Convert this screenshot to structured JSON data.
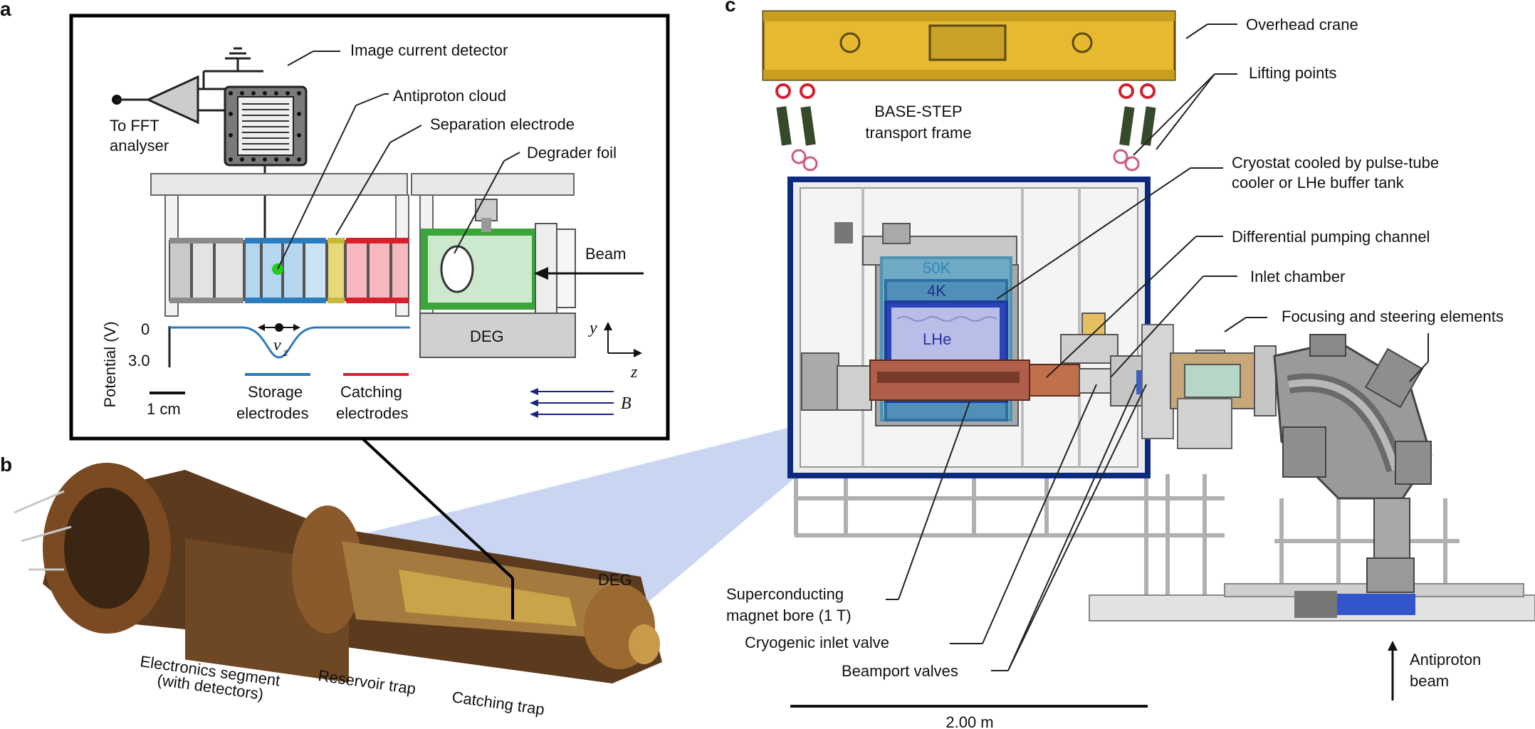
{
  "panels": {
    "a": "a",
    "b": "b",
    "c": "c"
  },
  "panel_a": {
    "image_current_detector": "Image current detector",
    "to_fft_line1": "To FFT",
    "to_fft_line2": "analyser",
    "antiproton_cloud": "Antiproton cloud",
    "separation_electrode": "Separation electrode",
    "degrader_foil": "Degrader foil",
    "beam": "Beam",
    "deg": "DEG",
    "potential_axis": "Potential (V)",
    "potential_0": "0",
    "potential_3": "3.0",
    "nu": "ν",
    "nu_sub": "z",
    "scale": "1 cm",
    "storage_line1": "Storage",
    "storage_line2": "electrodes",
    "catching_line1": "Catching",
    "catching_line2": "electrodes",
    "axis_y": "y",
    "axis_z": "z",
    "field_b": "B",
    "colors": {
      "storage": "#2b7bbf",
      "catching": "#d8202a",
      "separation": "#e0d46a",
      "cloud": "#22cc22",
      "degrader": "#3aa63a"
    }
  },
  "panel_b": {
    "deg": "DEG",
    "electronics_line1": "Electronics segment",
    "electronics_line2": "(with detectors)",
    "reservoir": "Reservoir trap",
    "catching": "Catching trap"
  },
  "panel_c": {
    "overhead_crane": "Overhead crane",
    "lifting_points": "Lifting points",
    "frame_line1": "BASE-STEP",
    "frame_line2": "transport frame",
    "cryostat_line1": "Cryostat cooled by pulse-tube",
    "cryostat_line2": "cooler or LHe buffer tank",
    "diff_pumping": "Differential pumping channel",
    "inlet_chamber": "Inlet chamber",
    "focusing": "Focusing and steering elements",
    "t50k": "50K",
    "t4k": "4K",
    "lhe": "LHe",
    "magnet_line1": "Superconducting",
    "magnet_line2": "magnet bore (1 T)",
    "cryo_valve": "Cryogenic inlet valve",
    "beamport": "Beamport valves",
    "antiproton_line1": "Antiproton",
    "antiproton_line2": "beam",
    "scale": "2.00 m",
    "colors": {
      "crane": "#e6b92e",
      "frame": "#0d2a80",
      "shield50k": "#4f93b4",
      "shield4k": "#2e6fa0",
      "magnet": "#1e3aa0"
    }
  }
}
